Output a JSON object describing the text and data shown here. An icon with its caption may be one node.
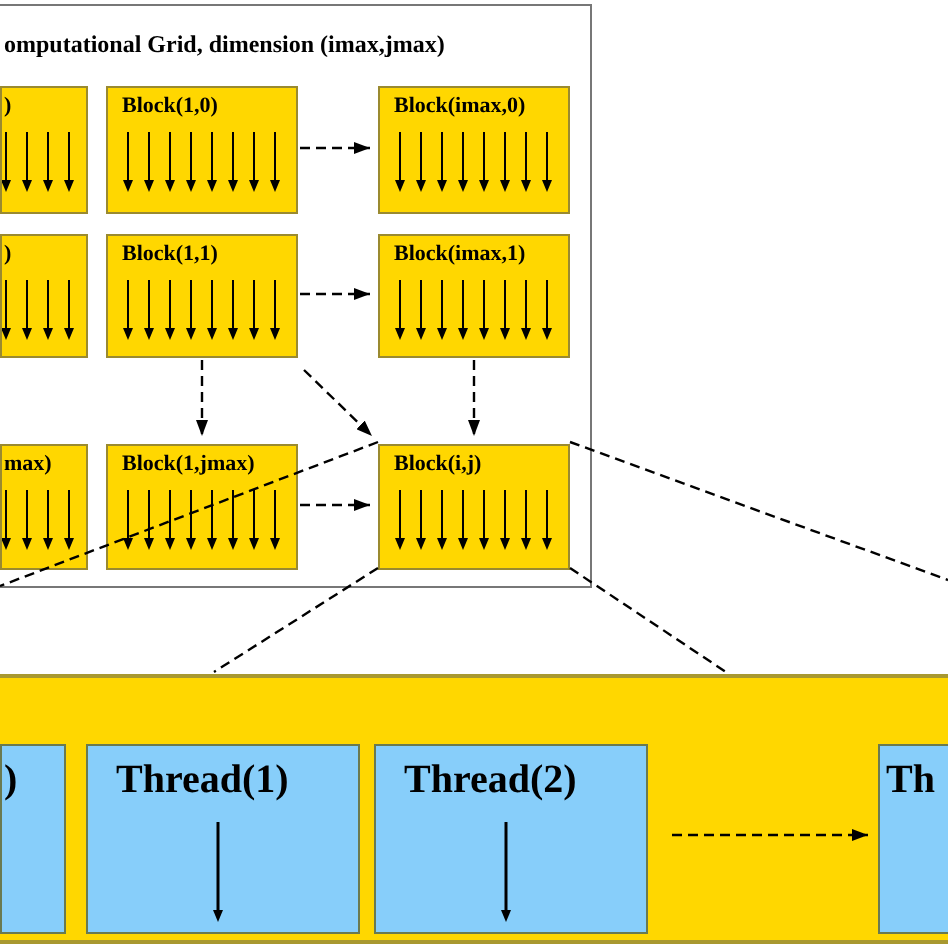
{
  "diagram": {
    "nodes": [
      {
        "text": [
          "omputational Grid, dimension (imax,jmax)"
        ]
      },
      {
        "text": [
          ")"
        ],
        "in": 0
      },
      {
        "text": [
          "Block(1,0)"
        ],
        "in": 0
      },
      {
        "text": [
          "Block(imax,0)"
        ],
        "in": 0
      },
      {
        "text": [
          ")"
        ],
        "in": 0
      },
      {
        "text": [
          "Block(1,1)"
        ],
        "in": 0
      },
      {
        "text": [
          "Block(imax,1)"
        ],
        "in": 0
      },
      {
        "text": [
          "max)"
        ],
        "in": 0
      },
      {
        "text": [
          "Block(1,jmax)"
        ],
        "in": 0
      },
      {
        "text": [
          "Block(i,j)"
        ],
        "in": 0
      },
      {
        "text": [],
        "shape": "bar"
      },
      {
        "text": [
          ")"
        ],
        "in": 10
      },
      {
        "text": [
          "Thread(1)"
        ],
        "in": 10
      },
      {
        "text": [
          "Thread(2)"
        ],
        "in": 10
      },
      {
        "text": [
          "Th"
        ],
        "in": 10
      }
    ],
    "edges": [
      {
        "from": 2,
        "to": 3,
        "arrow": "to",
        "style": "dashed"
      },
      {
        "from": 5,
        "to": 6,
        "arrow": "to",
        "style": "dashed"
      },
      {
        "from": 5,
        "to": 8,
        "arrow": "to",
        "style": "dashed"
      },
      {
        "from": 5,
        "to": 9,
        "arrow": "to",
        "style": "dashed"
      },
      {
        "from": 6,
        "to": 9,
        "arrow": "to",
        "style": "dashed"
      },
      {
        "from": 8,
        "to": 9,
        "arrow": "to",
        "style": "dashed"
      },
      {
        "from": 9,
        "to": null,
        "arrow": "none",
        "style": "dashed"
      },
      {
        "from": 9,
        "to": 10,
        "arrow": "none",
        "style": "dashed"
      },
      {
        "from": 9,
        "to": null,
        "arrow": "none",
        "style": "dashed"
      },
      {
        "from": 9,
        "to": 10,
        "arrow": "none",
        "style": "dashed"
      },
      {
        "from": 13,
        "to": 14,
        "arrow": "to",
        "style": "dashed"
      }
    ]
  }
}
